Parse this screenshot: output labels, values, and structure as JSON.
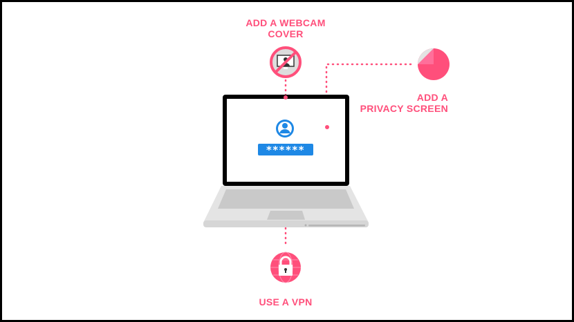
{
  "labels": {
    "webcam_line1": "ADD A WEBCAM",
    "webcam_line2": "COVER",
    "privacy_line1": "ADD A",
    "privacy_line2": "PRIVACY SCREEN",
    "vpn": "USE A VPN"
  },
  "login": {
    "password_mask": "******"
  },
  "colors": {
    "accent": "#ff4f7b",
    "blue": "#1e88e5",
    "bezel": "#000000",
    "body": "#e4e4e4"
  },
  "icons": [
    "webcam-cover-icon",
    "privacy-screen-icon",
    "vpn-lock-icon",
    "user-avatar-icon"
  ]
}
